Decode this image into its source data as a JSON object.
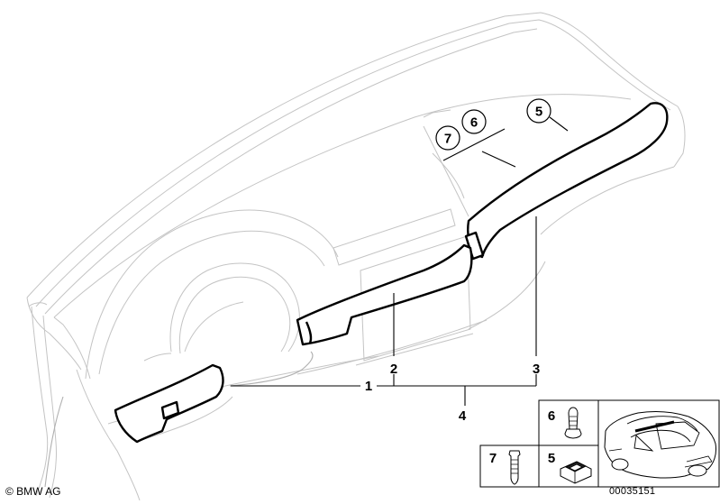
{
  "callouts": {
    "c1": "1",
    "c2": "2",
    "c3": "3",
    "c4": "4",
    "c5": "5",
    "c6": "6",
    "c7": "7"
  },
  "inset": {
    "c5": "5",
    "c6": "6",
    "c7": "7"
  },
  "footer": {
    "copyright": "© BMW AG",
    "document_number": "00035151"
  }
}
